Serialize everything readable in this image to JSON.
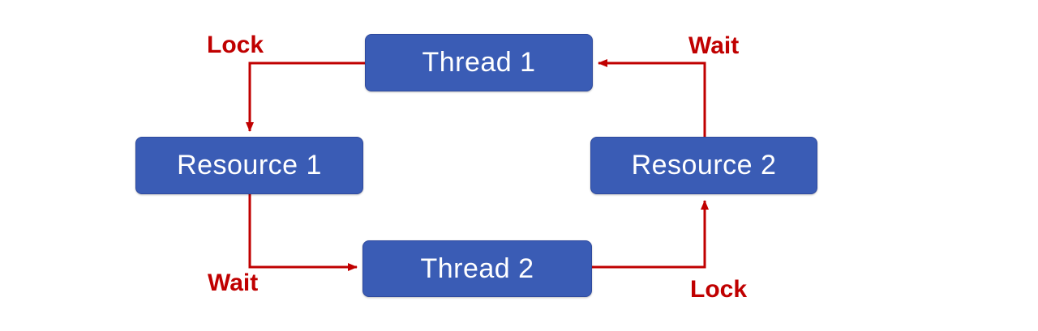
{
  "diagram": {
    "type": "deadlock-cycle",
    "background": "#ffffff",
    "colors": {
      "node_fill": "#3a5cb5",
      "node_border": "#2f4a9e",
      "node_text": "#ffffff",
      "edge_stroke": "#c00000",
      "edge_label_text": "#c00000"
    },
    "nodes": [
      {
        "id": "thread1",
        "label": "Thread 1"
      },
      {
        "id": "resource1",
        "label": "Resource 1"
      },
      {
        "id": "resource2",
        "label": "Resource 2"
      },
      {
        "id": "thread2",
        "label": "Thread 2"
      }
    ],
    "edges": [
      {
        "from": "thread1",
        "to": "resource1",
        "label": "Lock",
        "position": "top-left"
      },
      {
        "from": "resource1",
        "to": "thread2",
        "label": "Wait",
        "position": "bottom-left"
      },
      {
        "from": "thread2",
        "to": "resource2",
        "label": "Lock",
        "position": "bottom-right"
      },
      {
        "from": "resource2",
        "to": "thread1",
        "label": "Wait",
        "position": "top-right"
      }
    ]
  }
}
